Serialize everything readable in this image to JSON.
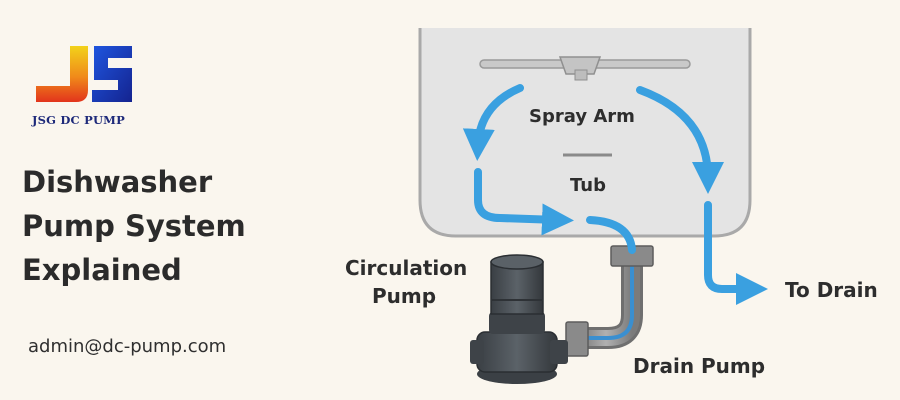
{
  "brand": {
    "logo_text": "JSG DC PUMP",
    "colors": {
      "blue": "#1b2fa8",
      "orange": "#f07a1a"
    }
  },
  "title_lines": [
    "Dishwasher",
    "Pump System",
    "Explained"
  ],
  "contact_email": "admin@dc-pump.com",
  "diagram": {
    "labels": {
      "spray_arm": "Spray Arm",
      "tub": "Tub",
      "circulation_pump_line1": "Circulation",
      "circulation_pump_line2": "Pump",
      "to_drain": "To Drain",
      "drain_pump": "Drain Pump"
    },
    "colors": {
      "flow_arrow": "#3aa0e0",
      "tub_fill": "#e4e4e4",
      "tub_stroke": "#a9a9a9",
      "pump_dark": "#454b50",
      "pipe": "#8e8e8e",
      "background": "#faf6ee"
    }
  }
}
